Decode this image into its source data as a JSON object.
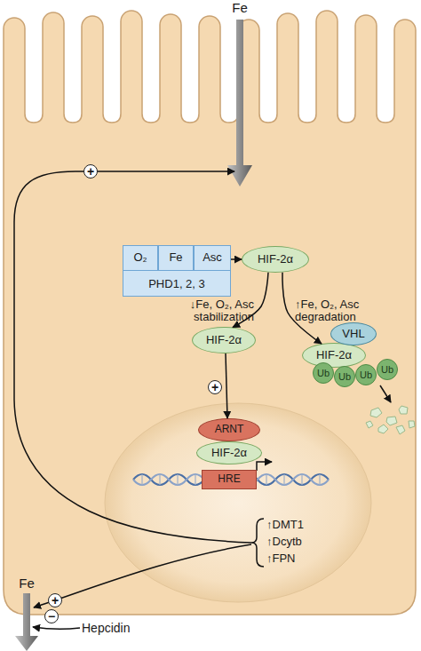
{
  "diagram": {
    "nodes": [
      {
        "text": [
          "PHD1, 2, 3"
        ]
      },
      {
        "text": [
          "O₂"
        ],
        "in": 0
      },
      {
        "text": [
          "Fe"
        ],
        "in": 0
      },
      {
        "text": [
          "Asc"
        ],
        "in": 0
      },
      {
        "text": [
          "HIF-2α"
        ]
      },
      {
        "text": [
          "HIF-2α"
        ]
      },
      {
        "text": [
          "VHL"
        ]
      },
      {
        "text": [
          "HIF-2α"
        ]
      },
      {
        "text": [
          "Ub"
        ]
      },
      {
        "text": [
          "Ub"
        ]
      },
      {
        "text": [
          "Ub"
        ]
      },
      {
        "text": [
          "Ub"
        ]
      },
      {
        "text": [
          "ARNT"
        ]
      },
      {
        "text": [
          "HIF-2α"
        ]
      },
      {
        "text": [
          "HRE"
        ]
      }
    ],
    "edges": [
      {
        "from": 0,
        "to": 4,
        "arrow": "to"
      },
      {
        "from": 4,
        "to": 5,
        "label": "↓Fe, O₂, Asc stabilization",
        "arrow": "to"
      },
      {
        "from": 4,
        "to": 7,
        "label": "↑Fe, O₂, Asc degradation",
        "arrow": "to"
      },
      {
        "from": 5,
        "to": 12,
        "arrow": "to"
      }
    ],
    "labels": [
      "Fe",
      "+",
      "+",
      "↑DMT1",
      "↑Dcytb",
      "↑FPN",
      "Fe",
      "+",
      "Hepcidin",
      "−"
    ]
  }
}
